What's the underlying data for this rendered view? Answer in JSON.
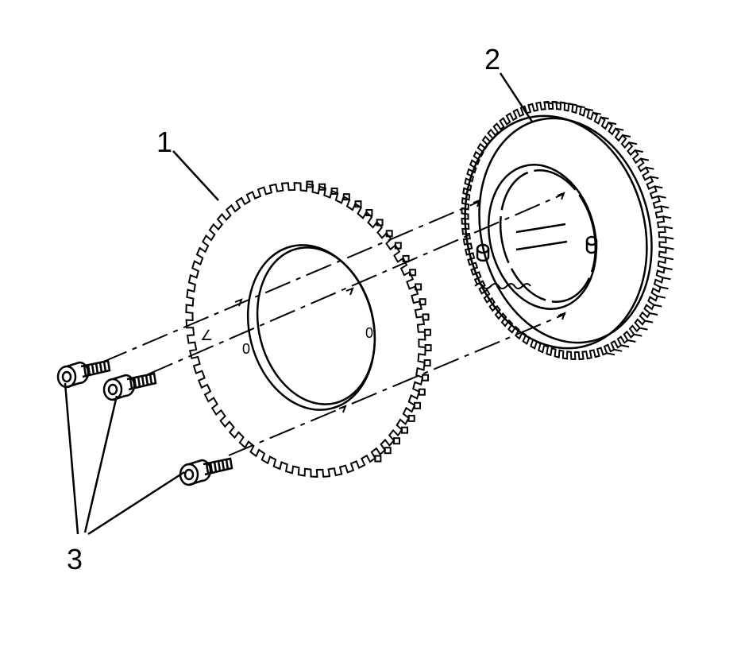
{
  "diagram": {
    "callouts": [
      {
        "id": "1",
        "text": "1"
      },
      {
        "id": "2",
        "text": "2"
      },
      {
        "id": "3",
        "text": "3"
      }
    ],
    "colors": {
      "ink": "#000000",
      "background": "#ffffff"
    },
    "parts": [
      {
        "callout": "1",
        "icon": "reluctor-ring-icon"
      },
      {
        "callout": "2",
        "icon": "gear-icon"
      },
      {
        "callout": "3",
        "icon": "bolt-icon"
      }
    ]
  }
}
